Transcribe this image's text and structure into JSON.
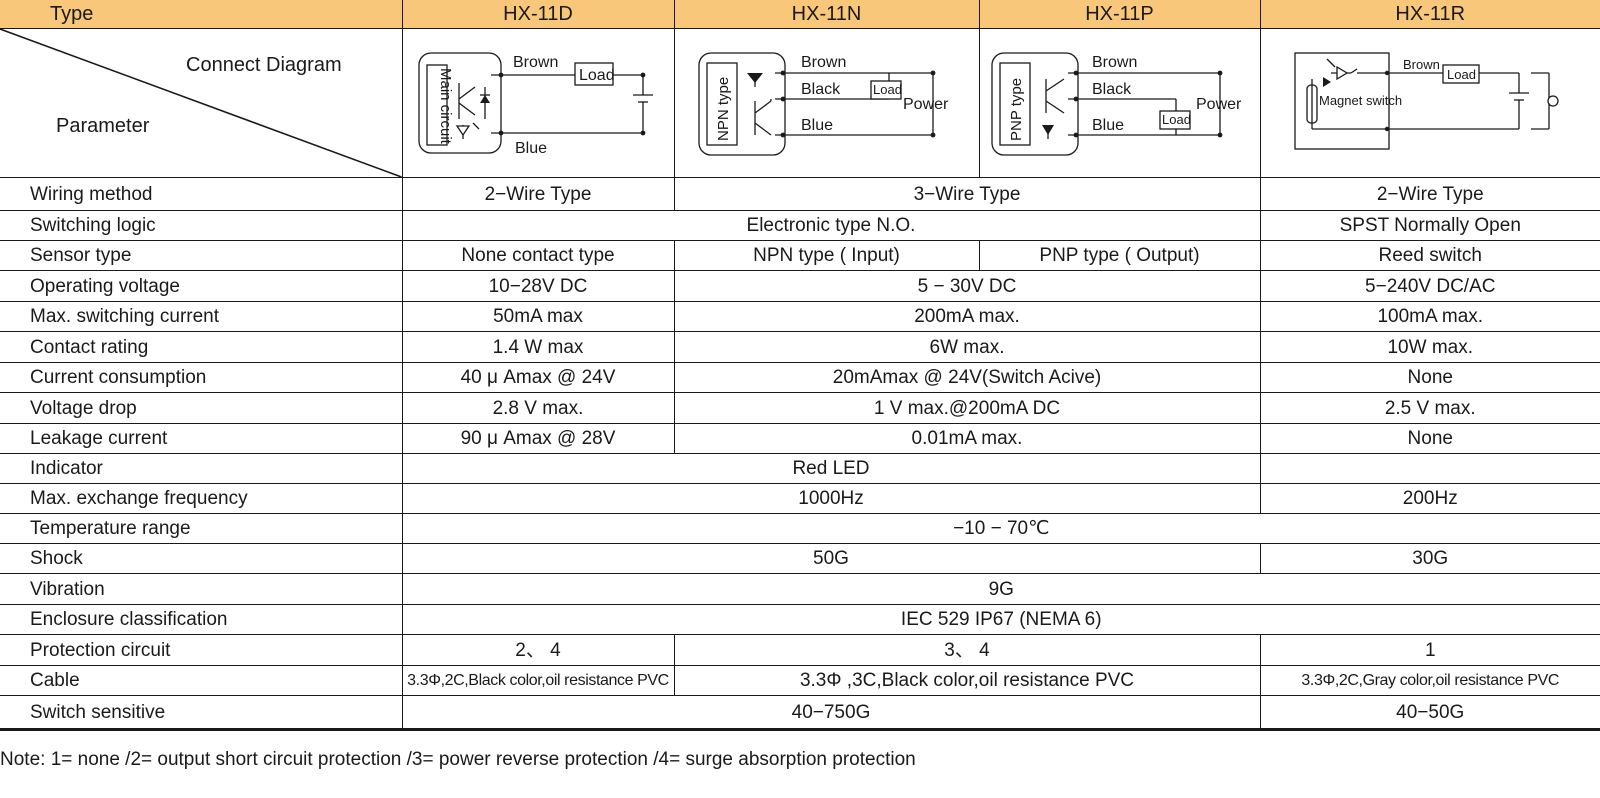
{
  "header": {
    "type_label": "Type",
    "models": [
      "HX-11D",
      "HX-11N",
      "HX-11P",
      "HX-11R"
    ]
  },
  "corner": {
    "top": "Connect Diagram",
    "bottom": "Parameter"
  },
  "diagrams": {
    "d": {
      "block": "Main circuit",
      "brown": "Brown",
      "blue": "Blue",
      "load": "Load"
    },
    "n": {
      "block": "NPN type",
      "brown": "Brown",
      "black": "Black",
      "blue": "Blue",
      "load": "Load",
      "power": "Power"
    },
    "p": {
      "block": "PNP type",
      "brown": "Brown",
      "black": "Black",
      "blue": "Blue",
      "load": "Load",
      "power": "Power"
    },
    "r": {
      "block": "Magnet switch",
      "brown": "Brown",
      "load": "Load"
    }
  },
  "rows": {
    "wiring": {
      "label": "Wiring method",
      "d": "2−Wire Type",
      "np": "3−Wire Type",
      "r": "2−Wire Type"
    },
    "switching": {
      "label": "Switching logic",
      "dnp": "Electronic type N.O.",
      "r": "SPST Normally Open"
    },
    "sensor": {
      "label": "Sensor type",
      "d": "None contact type",
      "n": "NPN type ( Input)",
      "p": "PNP type ( Output)",
      "r": "Reed switch"
    },
    "voltage": {
      "label": "Operating voltage",
      "d": "10−28V DC",
      "np": "5 − 30V DC",
      "r": "5−240V DC/AC"
    },
    "current": {
      "label": "Max. switching current",
      "d": "50mA max",
      "np": "200mA max.",
      "r": "100mA max."
    },
    "contact": {
      "label": "Contact rating",
      "d": "1.4 W max",
      "np": "6W max.",
      "r": "10W max."
    },
    "consumption": {
      "label": "Current consumption",
      "d": "40 μ Amax @ 24V",
      "np": "20mAmax @ 24V(Switch Acive)",
      "r": "None"
    },
    "drop": {
      "label": "Voltage drop",
      "d": "2.8 V max.",
      "np": "1 V max.@200mA DC",
      "r": "2.5 V max."
    },
    "leakage": {
      "label": "Leakage current",
      "d": "90 μ Amax @ 28V",
      "np": "0.01mA  max.",
      "r": "None"
    },
    "indicator": {
      "label": "Indicator",
      "dnp": "Red LED",
      "r": ""
    },
    "frequency": {
      "label": "Max. exchange frequency",
      "dnp": "1000Hz",
      "r": "200Hz"
    },
    "temperature": {
      "label": "Temperature range",
      "all": "−10 − 70℃"
    },
    "shock": {
      "label": "Shock",
      "dnp": "50G",
      "r": "30G"
    },
    "vibration": {
      "label": "Vibration",
      "all": "9G"
    },
    "enclosure": {
      "label": "Enclosure classification",
      "all": "IEC 529    IP67  (NEMA 6)"
    },
    "protection": {
      "label": "Protection circuit",
      "d": "2、 4",
      "np": "3、 4",
      "r": "1"
    },
    "cable": {
      "label": "Cable",
      "d": "3.3Φ,2C,Black color,oil resistance PVC",
      "np": "3.3Φ ,3C,Black color,oil resistance PVC",
      "r": "3.3Φ,2C,Gray color,oil resistance PVC"
    },
    "sensitive": {
      "label": "Switch sensitive",
      "dnp": "40−750G",
      "r": "40−50G"
    }
  },
  "note": "Note: 1= none /2= output short circuit protection /3= power reverse protection /4= surge absorption protection"
}
